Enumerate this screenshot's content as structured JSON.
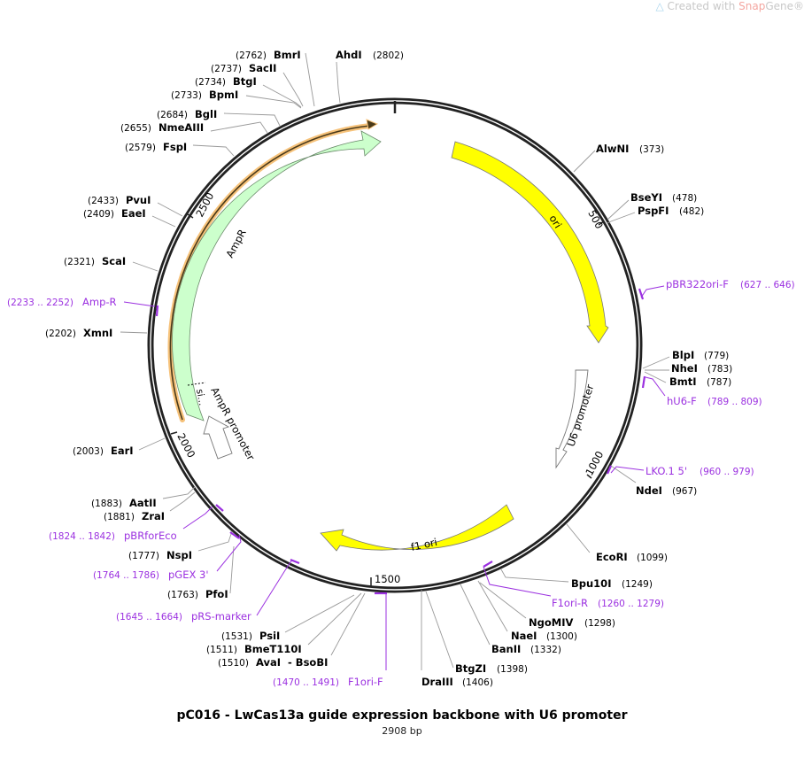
{
  "watermark": {
    "prefix": "Created with ",
    "brand": "Snap",
    "brand_rest": "Gene®"
  },
  "plasmid": {
    "title": "pC016 - LwCas13a guide expression backbone with U6 promoter",
    "length_label": "2908 bp",
    "length": 2908
  },
  "ticks": [
    {
      "pos": 500,
      "label": "500"
    },
    {
      "pos": 1000,
      "label": "1000"
    },
    {
      "pos": 1500,
      "label": "1500"
    },
    {
      "pos": 2000,
      "label": "2000"
    },
    {
      "pos": 2500,
      "label": "2500"
    }
  ],
  "features": [
    {
      "name": "ori",
      "label": "ori",
      "color": "#ffff00"
    },
    {
      "name": "U6 promoter",
      "label": "U6 promoter",
      "color": "#ffffff"
    },
    {
      "name": "f1 ori",
      "label": "f1 ori",
      "color": "#ffff00"
    },
    {
      "name": "AmpR promoter",
      "label": "AmpR promoter",
      "color": "#ffffff"
    },
    {
      "name": "AmpR",
      "label": "AmpR",
      "color": "#ccffcc"
    },
    {
      "name": "signal sequence",
      "label": "si…",
      "color": "#ccffcc"
    }
  ],
  "enzymes": [
    {
      "name": "BmrI",
      "pos": "(2762)"
    },
    {
      "name": "AhdI",
      "pos": "(2802)"
    },
    {
      "name": "SacII",
      "pos": "(2737)"
    },
    {
      "name": "BtgI",
      "pos": "(2734)"
    },
    {
      "name": "BpmI",
      "pos": "(2733)"
    },
    {
      "name": "BglI",
      "pos": "(2684)"
    },
    {
      "name": "NmeAIII",
      "pos": "(2655)"
    },
    {
      "name": "FspI",
      "pos": "(2579)"
    },
    {
      "name": "PvuI",
      "pos": "(2433)"
    },
    {
      "name": "EaeI",
      "pos": "(2409)"
    },
    {
      "name": "ScaI",
      "pos": "(2321)"
    },
    {
      "name": "XmnI",
      "pos": "(2202)"
    },
    {
      "name": "EarI",
      "pos": "(2003)"
    },
    {
      "name": "AatII",
      "pos": "(1883)"
    },
    {
      "name": "ZraI",
      "pos": "(1881)"
    },
    {
      "name": "NspI",
      "pos": "(1777)"
    },
    {
      "name": "PfoI",
      "pos": "(1763)"
    },
    {
      "name": "PsiI",
      "pos": "(1531)"
    },
    {
      "name": "BmeT110I",
      "pos": "(1511)"
    },
    {
      "name": "AvaI  - BsoBI",
      "pos": "(1510)"
    },
    {
      "name": "DraIII",
      "pos": "(1406)"
    },
    {
      "name": "BtgZI",
      "pos": "(1398)"
    },
    {
      "name": "BanII",
      "pos": "(1332)"
    },
    {
      "name": "NaeI",
      "pos": "(1300)"
    },
    {
      "name": "NgoMIV",
      "pos": "(1298)"
    },
    {
      "name": "Bpu10I",
      "pos": "(1249)"
    },
    {
      "name": "EcoRI",
      "pos": "(1099)"
    },
    {
      "name": "NdeI",
      "pos": "(967)"
    },
    {
      "name": "BmtI",
      "pos": "(787)"
    },
    {
      "name": "NheI",
      "pos": "(783)"
    },
    {
      "name": "BlpI",
      "pos": "(779)"
    },
    {
      "name": "PspFI",
      "pos": "(482)"
    },
    {
      "name": "BseYI",
      "pos": "(478)"
    },
    {
      "name": "AlwNI",
      "pos": "(373)"
    }
  ],
  "primers": [
    {
      "name": "pBR322ori-F",
      "range": "(627 .. 646)"
    },
    {
      "name": "hU6-F",
      "range": "(789 .. 809)"
    },
    {
      "name": "LKO.1 5'",
      "range": "(960 .. 979)"
    },
    {
      "name": "F1ori-R",
      "range": "(1260 .. 1279)"
    },
    {
      "name": "F1ori-F",
      "range": "(1470 .. 1491)"
    },
    {
      "name": "pRS-marker",
      "range": "(1645 .. 1664)"
    },
    {
      "name": "pGEX 3'",
      "range": "(1764 .. 1786)"
    },
    {
      "name": "pBRforEco",
      "range": "(1824 .. 1842)"
    },
    {
      "name": "Amp-R",
      "range": "(2233 .. 2252)"
    }
  ],
  "colors": {
    "backbone": "#222222",
    "primer": "#9b30e0",
    "ori": "#ffff00",
    "ampr": "#ccffcc",
    "orf": "#f6b24a",
    "leader": "#888888"
  }
}
